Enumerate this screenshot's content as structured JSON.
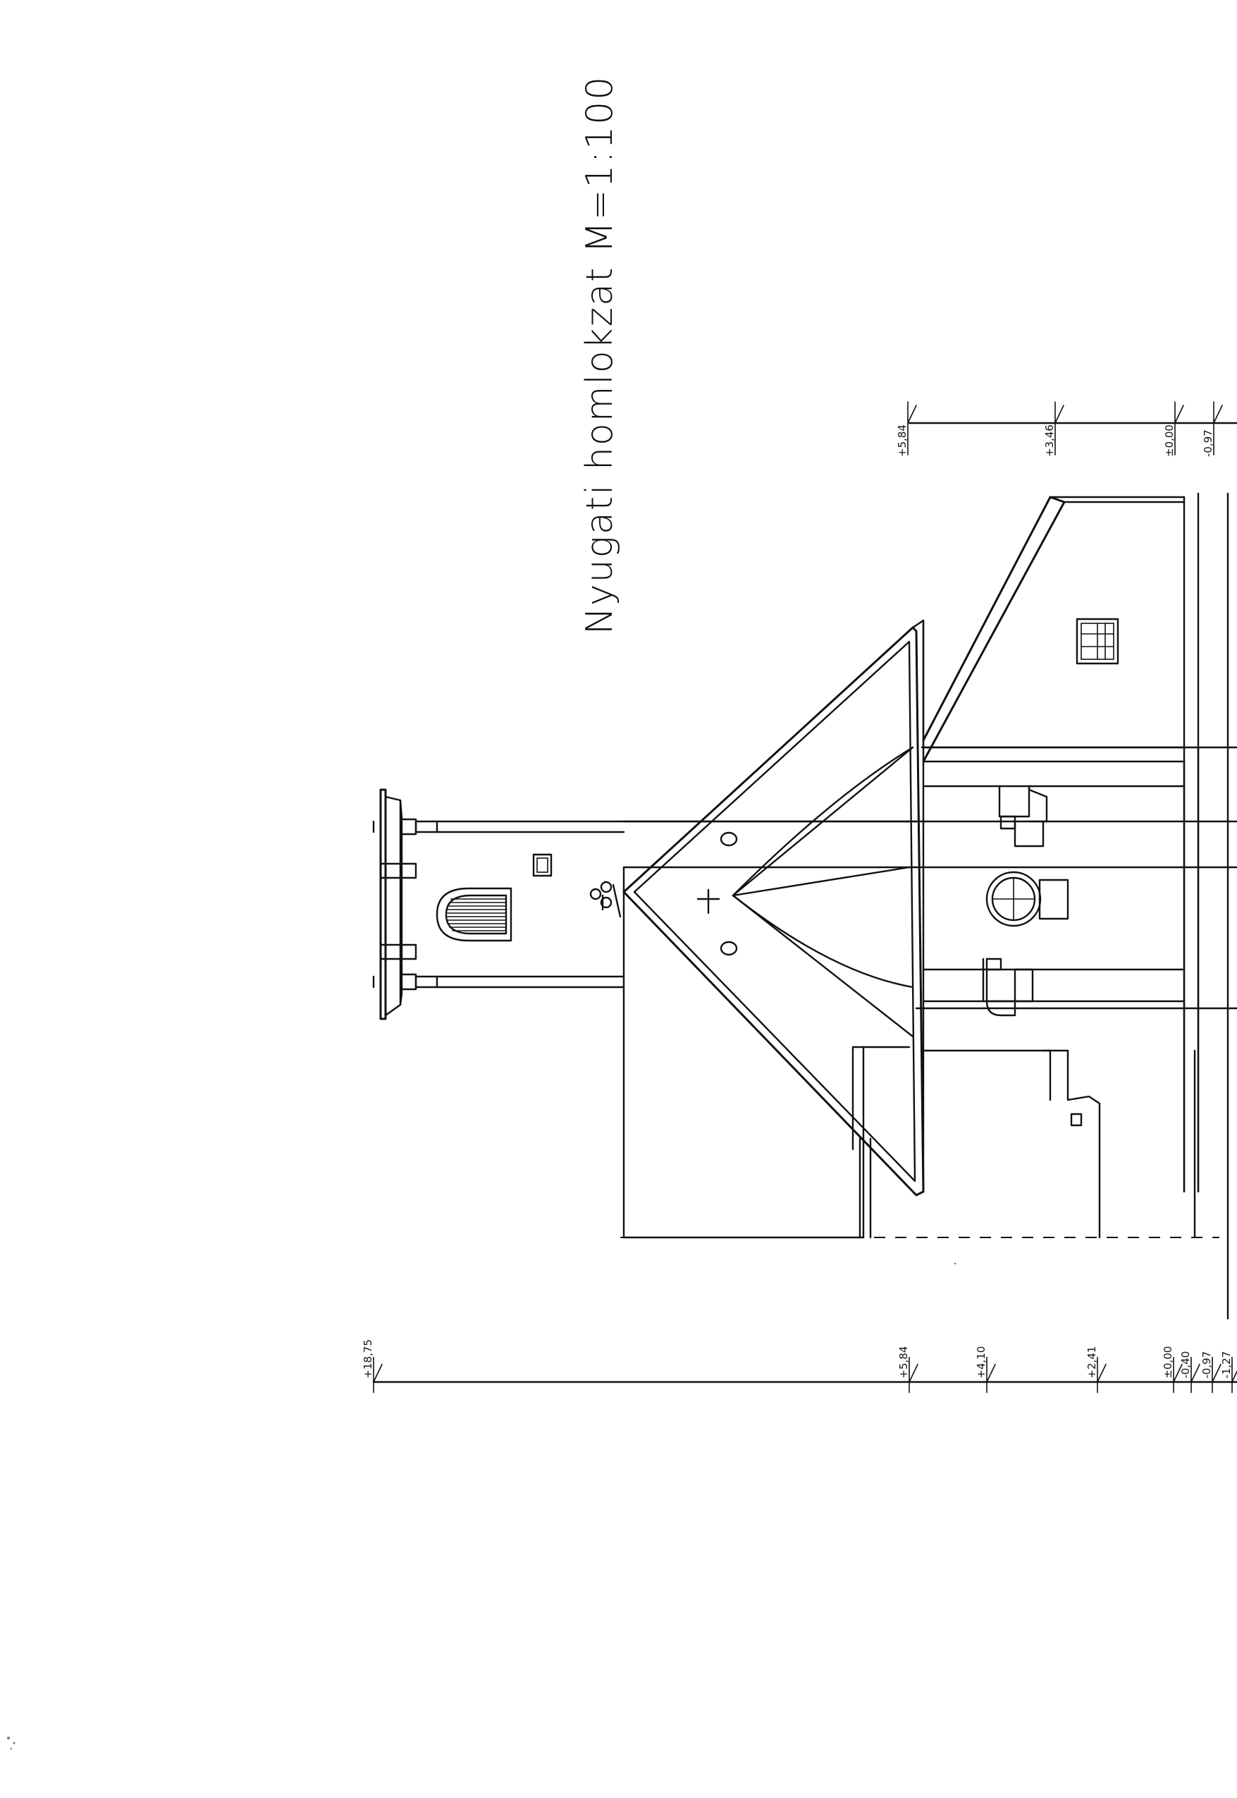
{
  "drawing": {
    "title": "Nyugati homlokzat  M=1:100"
  },
  "levels_upper": {
    "l1": "+5,84",
    "l2": "+3,46",
    "l3": "±0,00",
    "l4": "-0,97"
  },
  "levels_lower": {
    "l1": "+18,75",
    "l2": "+5,84",
    "l3": "+4,10",
    "l4": "+2,41",
    "l5": "±0,00",
    "l6": "-0,40",
    "l7": "-0,97",
    "l8": "-1,27"
  }
}
